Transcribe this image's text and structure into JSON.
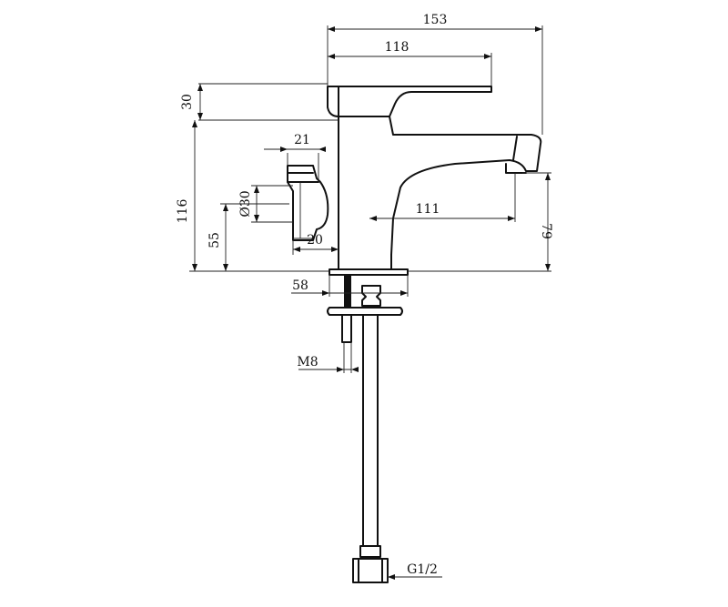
{
  "dimensions": {
    "overall_width": "153",
    "spout_reach": "118",
    "lever_height": "30",
    "knob_width": "21",
    "knob_diameter": "Ø30",
    "knob_height_total": "116",
    "knob_axis_height": "55",
    "knob_depth": "20",
    "spout_projection": "111",
    "spout_height": "79",
    "base_diameter": "58",
    "stud_thread": "M8",
    "hose_thread": "G1/2"
  }
}
